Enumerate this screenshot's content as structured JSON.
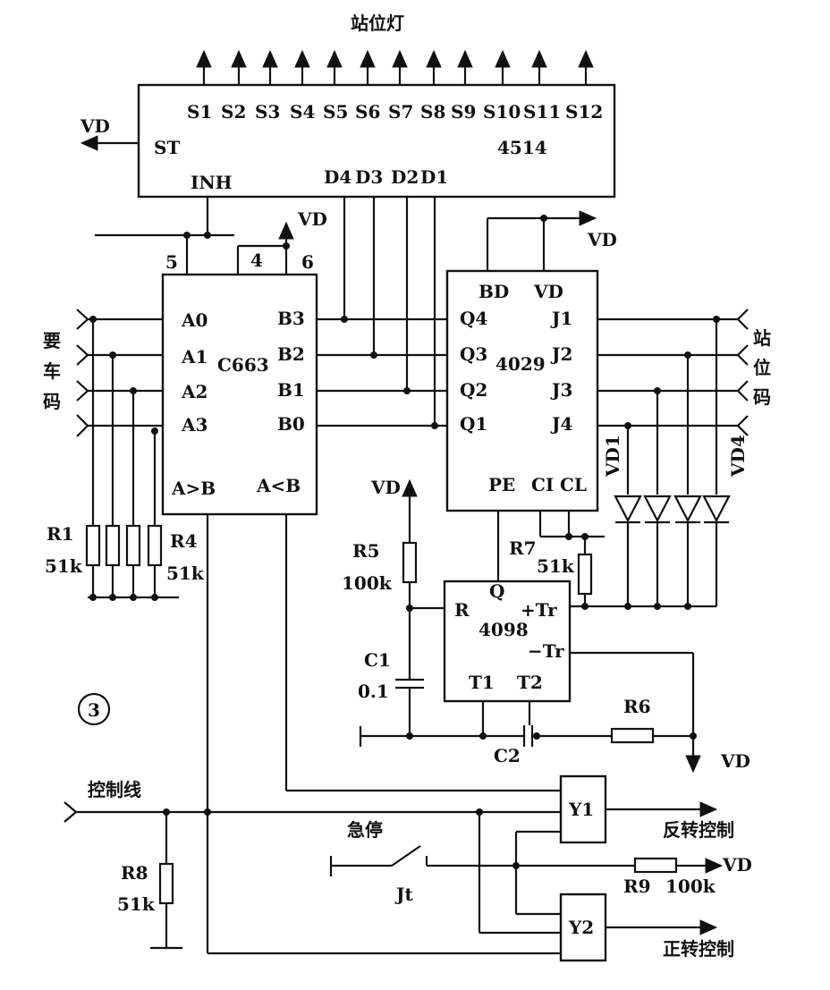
{
  "diagram": {
    "title": "站位灯",
    "figure_number": "3"
  },
  "labels": {
    "vd": "VD",
    "request_code": [
      "要",
      "车",
      "码"
    ],
    "station_code": [
      "站",
      "位",
      "码"
    ],
    "control_line": "控制线",
    "emergency_stop": "急停",
    "reverse_control": "反转控制",
    "forward_control": "正转控制"
  },
  "decoder": {
    "name": "4514",
    "st": "ST",
    "inh": "INH",
    "outputs": [
      "S1",
      "S2",
      "S3",
      "S4",
      "S5",
      "S6",
      "S7",
      "S8",
      "S9",
      "S10",
      "S11",
      "S12"
    ],
    "inputs": [
      "D4",
      "D3",
      "D2",
      "D1"
    ]
  },
  "comparator": {
    "name": "C663",
    "a_inputs": [
      "A0",
      "A1",
      "A2",
      "A3"
    ],
    "b_outputs": [
      "B3",
      "B2",
      "B1",
      "B0"
    ],
    "gt": "A>B",
    "lt": "A<B",
    "pins": [
      "5",
      "4",
      "6"
    ]
  },
  "counter": {
    "name": "4029",
    "bd": "BD",
    "q_outputs": [
      "Q4",
      "Q3",
      "Q2",
      "Q1"
    ],
    "j_inputs": [
      "J1",
      "J2",
      "J3",
      "J4"
    ],
    "pe": "PE",
    "ci": "CI",
    "cl": "CL"
  },
  "monostable": {
    "name": "4098",
    "r": "R",
    "q": "Q",
    "plus_tr": "+Tr",
    "minus_tr": "−Tr",
    "t1": "T1",
    "t2": "T2"
  },
  "gates": {
    "y1": "Y1",
    "y2": "Y2"
  },
  "components": {
    "r1": {
      "name": "R1",
      "value": "51k"
    },
    "r4": {
      "name": "R4",
      "value": "51k"
    },
    "r5": {
      "name": "R5",
      "value": "100k"
    },
    "r7": {
      "name": "R7",
      "value": "51k"
    },
    "r8": {
      "name": "R8",
      "value": "51k"
    },
    "r9": {
      "name": "R9",
      "value": "100k"
    },
    "r6": "R6",
    "c1": {
      "name": "C1",
      "value": "0.1"
    },
    "c2": "C2",
    "vd1": "VD1",
    "vd4": "VD4",
    "jt": "Jt"
  }
}
